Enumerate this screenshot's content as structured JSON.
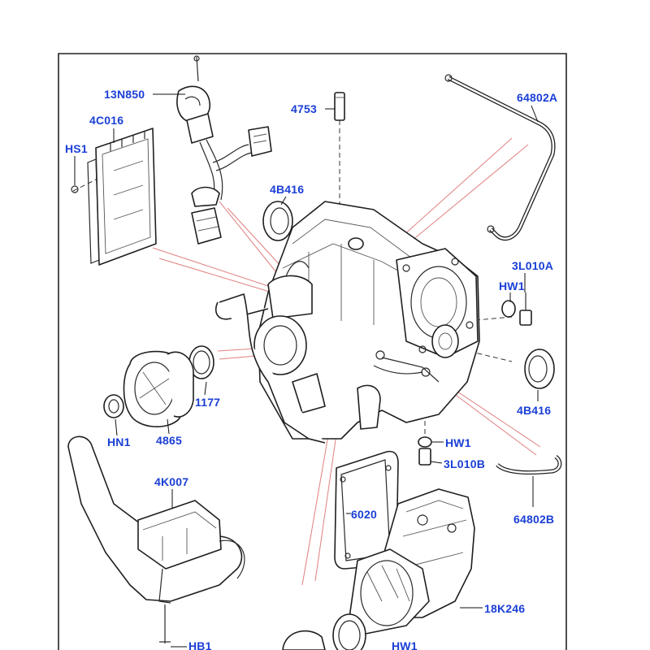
{
  "diagram": {
    "callout_color": "#1a3fd6",
    "leader_color": "#111111",
    "guide_color": "#e08080",
    "callouts": {
      "c13N850": "13N850",
      "c4753": "4753",
      "c64802A": "64802A",
      "c4C016": "4C016",
      "cHS1": "HS1",
      "c4B416_top": "4B416",
      "c3L010A": "3L010A",
      "cHW1_right": "HW1",
      "c1177": "1177",
      "c4B416_right": "4B416",
      "cHN1": "HN1",
      "c4865": "4865",
      "cHW1_mid": "HW1",
      "c3L010B": "3L010B",
      "c4K007": "4K007",
      "c6020": "6020",
      "c64802B": "64802B",
      "c18K246": "18K246",
      "cHB1": "HB1",
      "cHW1_bottom": "HW1"
    }
  }
}
